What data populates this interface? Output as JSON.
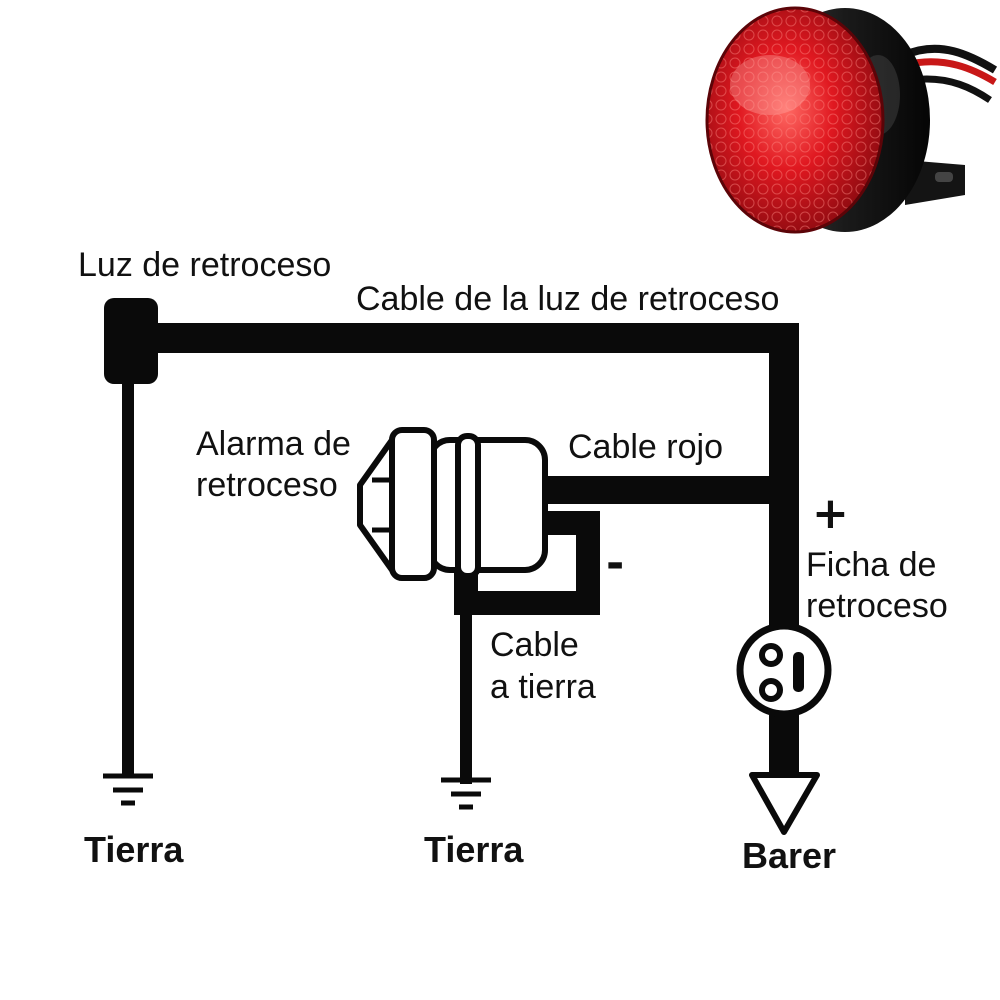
{
  "labels": {
    "luz_de_retroceso": "Luz de retroceso",
    "cable_luz_retroceso": "Cable de la luz de retroceso",
    "alarma_line1": "Alarma de",
    "alarma_line2": "retroceso",
    "cable_rojo": "Cable rojo",
    "plus_sign": "+",
    "minus_sign": "-",
    "ficha_line1": "Ficha de",
    "ficha_line2": "retroceso",
    "cable_tierra_line1": "Cable",
    "cable_tierra_line2": "a tierra",
    "tierra_left": "Tierra",
    "tierra_middle": "Tierra",
    "barer": "Barer"
  },
  "colors": {
    "wire": "#0a0a0a",
    "lens_red": "#d8141c",
    "housing": "#1c1c1c"
  },
  "icons": {
    "product_photo": "red-round-reverse-light-icon",
    "ground_symbols": "ground-icon",
    "battery_symbol": "down-triangle-icon",
    "connector": "plug-connector-icon"
  }
}
